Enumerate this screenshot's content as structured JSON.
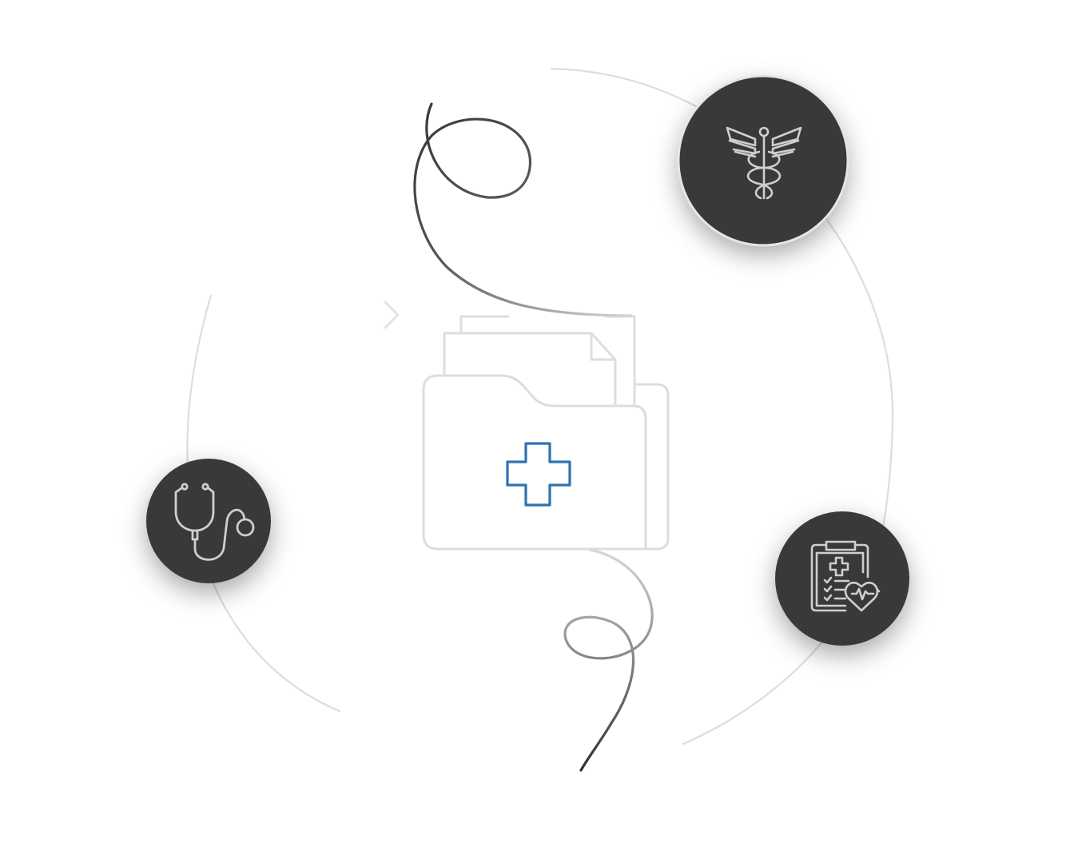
{
  "colors": {
    "background": "#ffffff",
    "orbit_line": "#dddddd",
    "folder_line": "#dddddd",
    "folder_line_soft": "#e3e3e3",
    "badge_fill": "#393939",
    "badge_ring": "#e6e6e6",
    "icon_stroke": "#cfcfcf",
    "accent_cross": "#2f73b0",
    "curve_dark": "#404040",
    "curve_light": "#a8a8a8"
  },
  "illustration": {
    "center": {
      "icon": "medical-folder-icon",
      "accent_icon": "medical-cross-icon"
    },
    "badges": [
      {
        "id": "caduceus",
        "icon": "caduceus-icon"
      },
      {
        "id": "stethoscope",
        "icon": "stethoscope-icon"
      },
      {
        "id": "medical-clipboard",
        "icon": "medical-clipboard-heart-icon"
      }
    ]
  }
}
